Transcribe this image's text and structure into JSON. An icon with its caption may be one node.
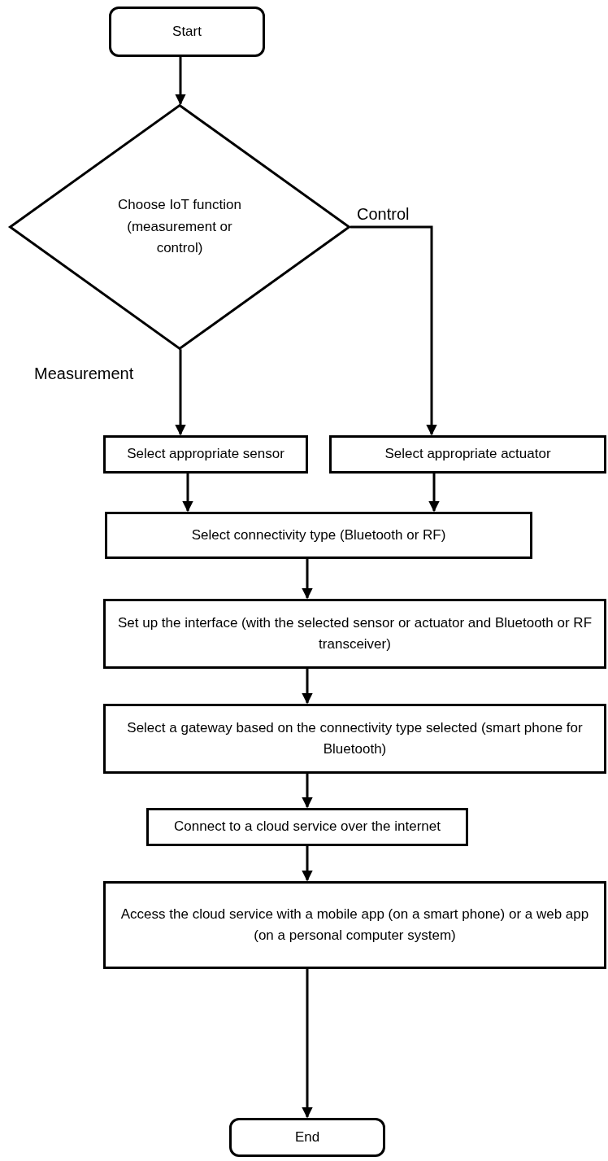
{
  "diagram": {
    "nodes": [
      {
        "text": [
          "Start"
        ]
      },
      {
        "text": [
          "Choose IoT function (measurement or control)"
        ]
      },
      {
        "text": [
          "Select appropriate sensor"
        ]
      },
      {
        "text": [
          "Select appropriate actuator"
        ]
      },
      {
        "text": [
          "Select connectivity type (Bluetooth or RF)"
        ]
      },
      {
        "text": [
          "Set up the interface (with the selected sensor or actuator and Bluetooth or RF transceiver)"
        ]
      },
      {
        "text": [
          "Select a gateway based on the connectivity type selected (smart phone for Bluetooth)"
        ]
      },
      {
        "text": [
          "Connect to a cloud service over the internet"
        ]
      },
      {
        "text": [
          "Access the cloud service with a mobile app (on a smart phone) or a web app (on a personal computer system)"
        ]
      },
      {
        "text": [
          "End"
        ]
      }
    ],
    "edges": [
      {
        "from": 0,
        "to": 1,
        "arrow": "to"
      },
      {
        "from": 1,
        "to": 2,
        "arrow": "to",
        "label": "Measurement"
      },
      {
        "from": 1,
        "to": 3,
        "arrow": "to",
        "label": "Control"
      },
      {
        "from": 2,
        "to": 4,
        "arrow": "to"
      },
      {
        "from": 3,
        "to": 4,
        "arrow": "to"
      },
      {
        "from": 4,
        "to": 5,
        "arrow": "to"
      },
      {
        "from": 5,
        "to": 6,
        "arrow": "to"
      },
      {
        "from": 6,
        "to": 7,
        "arrow": "to"
      },
      {
        "from": 7,
        "to": 8,
        "arrow": "to"
      },
      {
        "from": 8,
        "to": 9,
        "arrow": "to"
      }
    ]
  }
}
